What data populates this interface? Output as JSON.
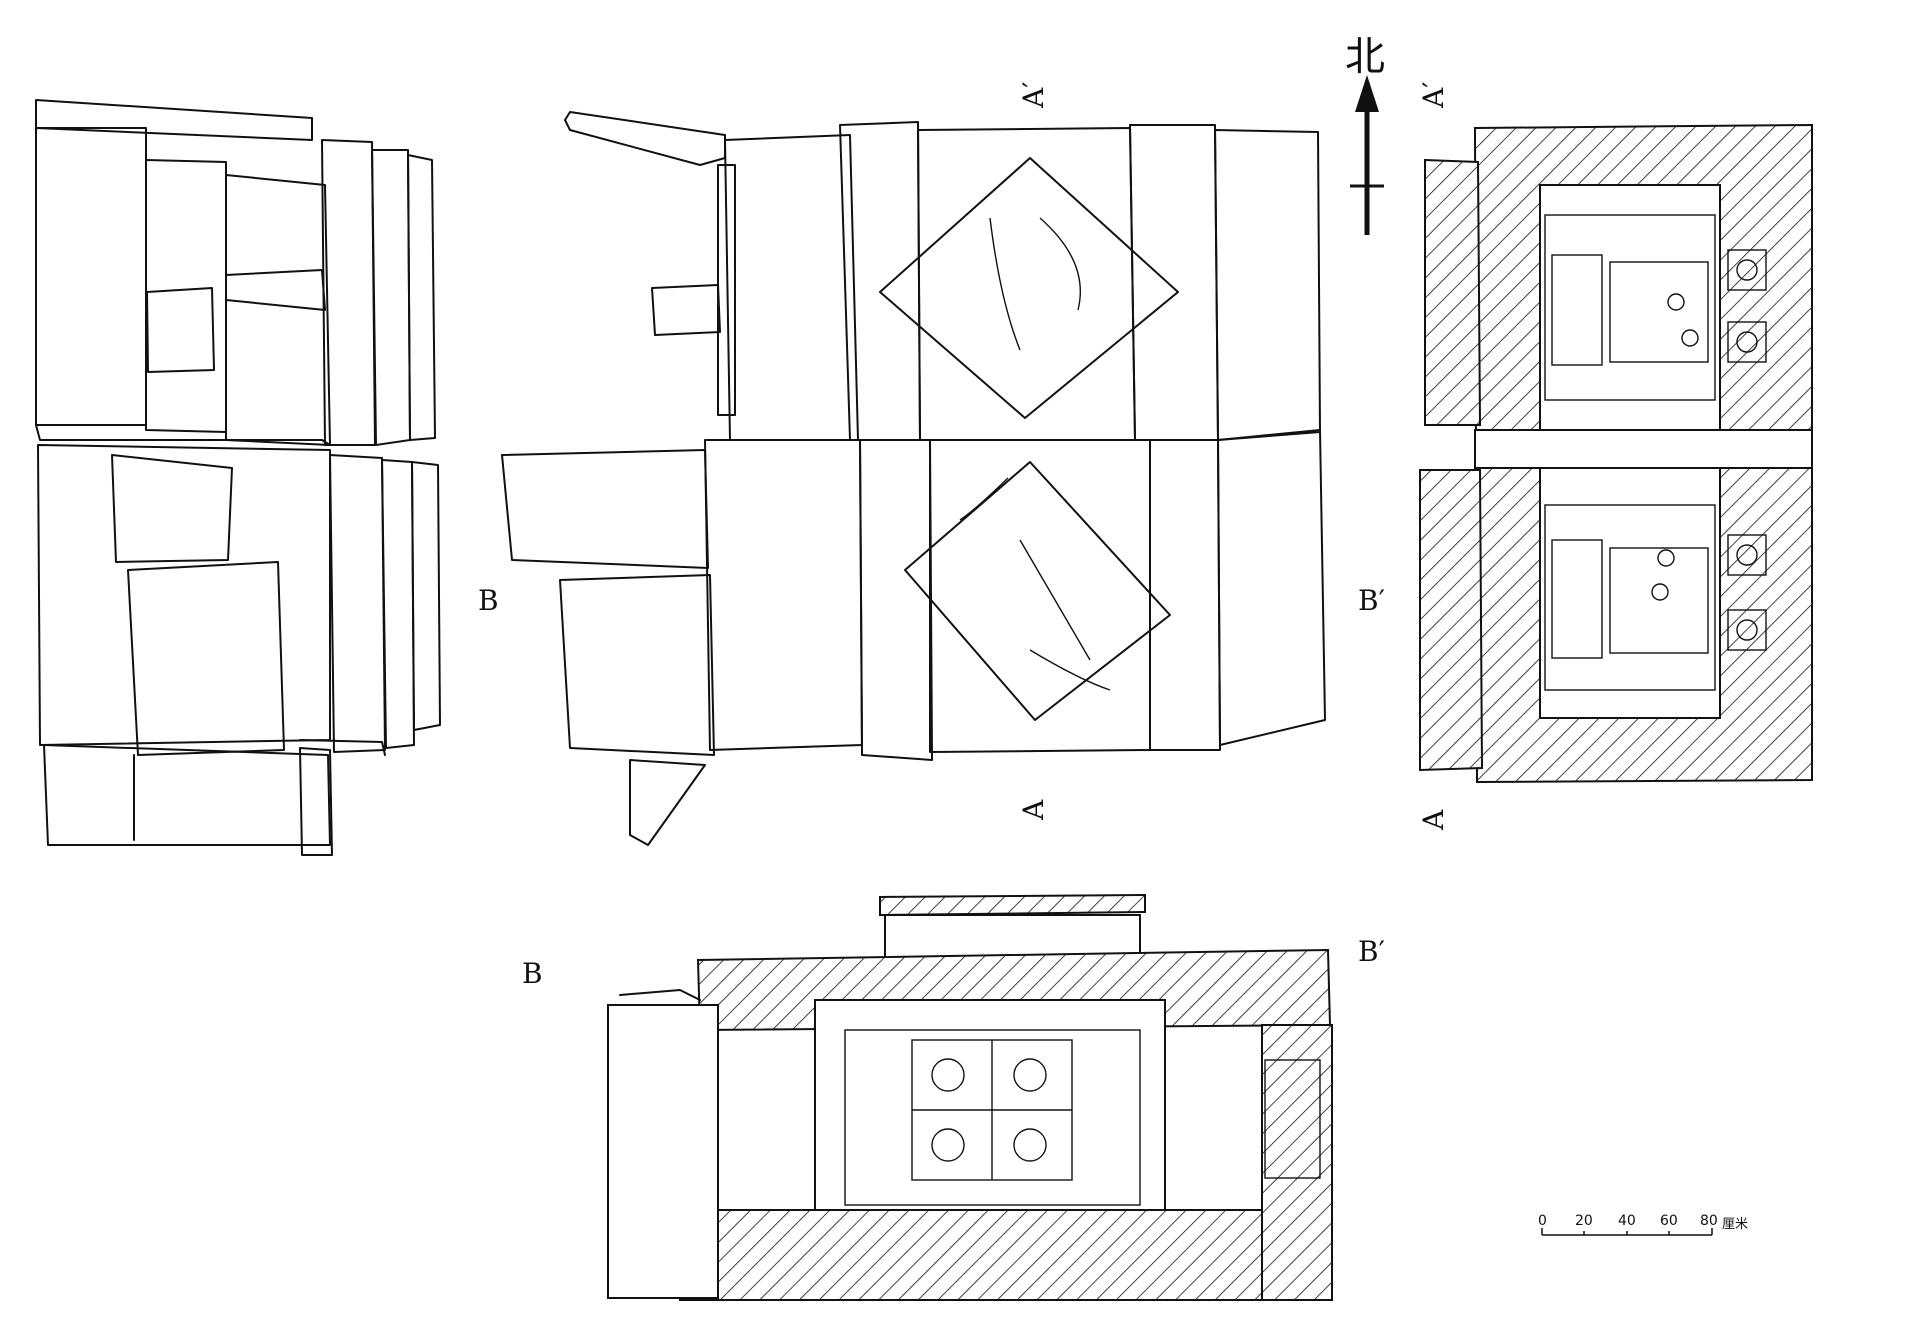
{
  "north_label": "北",
  "section_labels": {
    "a_top_center": "A′",
    "a_bottom_center": "A",
    "a_top_right": "A′",
    "a_bottom_right": "A",
    "b_left_plan": "B",
    "b_right_plan": "B′",
    "b_left_section": "B",
    "b_right_section": "B′"
  },
  "scale": {
    "ticks": [
      "0",
      "20",
      "40",
      "60",
      "80"
    ],
    "unit": "厘米"
  },
  "views": [
    "elevation-side",
    "plan-top",
    "section-a",
    "section-b"
  ]
}
